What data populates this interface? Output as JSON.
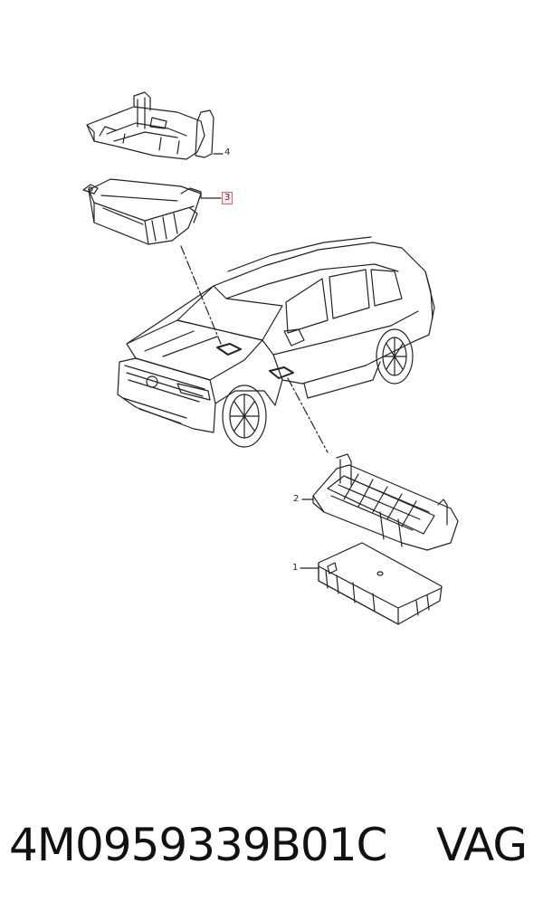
{
  "callouts": {
    "item_1": "1",
    "item_2": "2",
    "item_3": "3",
    "item_4": "4"
  },
  "footer": {
    "part_number": "4M0959339B01C",
    "brand": "VAG"
  },
  "colors": {
    "line": "#222222",
    "highlight_border": "#e06a6a",
    "highlight_fill": "#fde6e6"
  }
}
